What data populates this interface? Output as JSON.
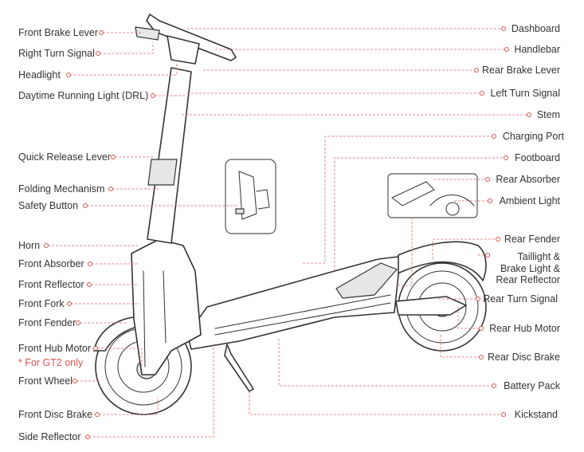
{
  "labels_left": [
    "Front Brake Lever",
    "Right Turn Signal",
    "Headlight",
    "Daytime Running Light (DRL)",
    "Quick Release Lever",
    "Folding Mechanism",
    "Safety Button",
    "Horn",
    "Front Absorber",
    "Front Reflector",
    "Front Fork",
    "Front Fender",
    "Front Hub Motor",
    "Front Wheel",
    "Front Disc Brake",
    "Side Reflector"
  ],
  "front_hub_note": "* For GT2 only",
  "labels_right": [
    "Dashboard",
    "Handlebar",
    "Rear Brake Lever",
    "Left Turn Signal",
    "Stem",
    "Charging Port",
    "Footboard",
    "Rear Absorber",
    "Ambient Light",
    "Rear Fender",
    "Rear Turn Signal",
    "Rear Hub Motor",
    "Rear Disc Brake",
    "Battery Pack",
    "Kickstand"
  ],
  "taillight_lines": [
    "Taillight &",
    "Brake Light &",
    "Rear Reflector"
  ],
  "colors": {
    "accent": "#d9534f",
    "leader": "#e0666b",
    "line": "#333333",
    "text": "#333333"
  }
}
